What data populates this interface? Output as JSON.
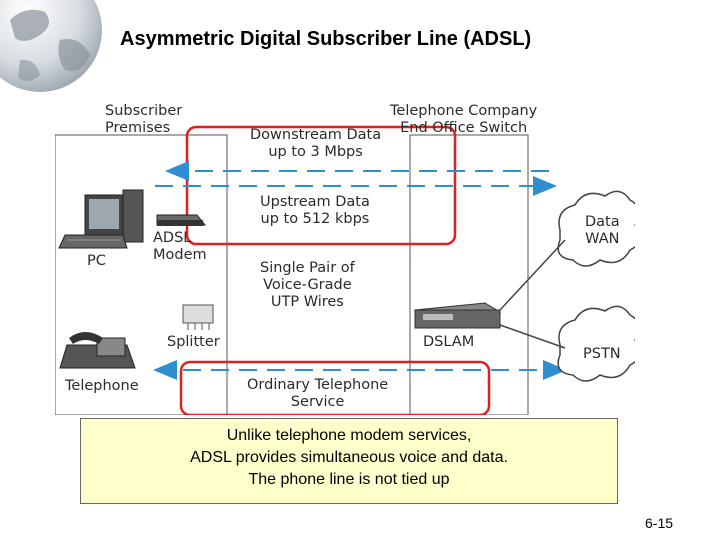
{
  "slide": {
    "title": "Asymmetric Digital Subscriber Line (ADSL)",
    "slide_number": "6-15"
  },
  "diagram": {
    "subscriber_premises": [
      "Subscriber",
      "Premises"
    ],
    "end_office": [
      "Telephone Company",
      "End Office Switch"
    ],
    "downstream": [
      "Downstream Data",
      "up to 3 Mbps"
    ],
    "upstream": [
      "Upstream Data",
      "up to 512 kbps"
    ],
    "wires": [
      "Single Pair of",
      "Voice-Grade",
      "UTP Wires"
    ],
    "adsl_modem": [
      "ADSL",
      "Modem"
    ],
    "pc": "PC",
    "splitter": "Splitter",
    "telephone": "Telephone",
    "dslam": "DSLAM",
    "data_wan": [
      "Data",
      "WAN"
    ],
    "pstn": "PSTN",
    "ordinary": [
      "Ordinary Telephone",
      "Service"
    ]
  },
  "note": [
    "Unlike telephone modem services,",
    "ADSL provides simultaneous voice and data.",
    "The phone line is not tied up"
  ],
  "colors": {
    "highlight": "#e02020",
    "arrow": "#2e8fd0",
    "note_bg": "#ffffcc"
  }
}
